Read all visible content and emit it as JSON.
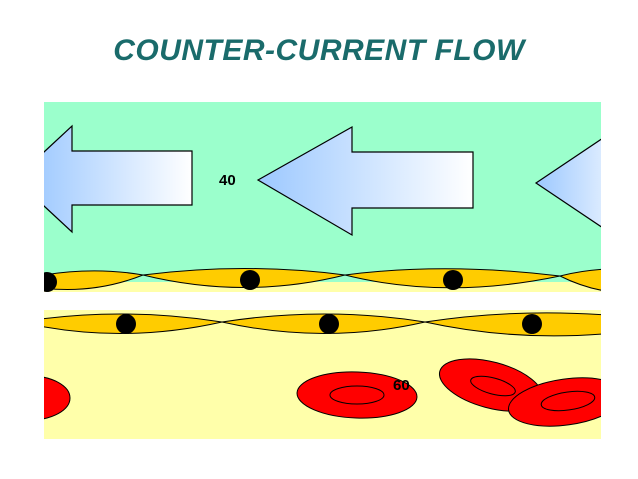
{
  "title": "COUNTER-CURRENT FLOW",
  "labels": {
    "upper_value": "40",
    "lower_value": "60"
  },
  "colors": {
    "title": "#1a6b6b",
    "upper_region": "#9bffcc",
    "lower_region": "#ffffaa",
    "cells": "#ffcc00",
    "nuclei": "#000000",
    "red_blood_cells": "#ff0000",
    "arrow_fill_start": "#9cc8ff",
    "arrow_fill_end": "#ffffff"
  },
  "icons": {
    "flow_arrow": "left-arrow-icon",
    "cell_nucleus": "nucleus-icon",
    "red_blood_cell": "red-blood-cell-icon"
  }
}
